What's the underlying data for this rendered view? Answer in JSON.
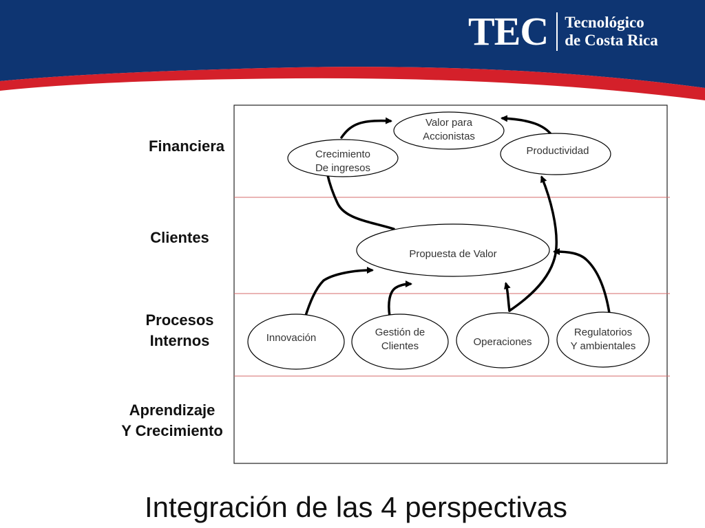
{
  "header": {
    "logo_mark": "TEC",
    "logo_line1": "Tecnológico",
    "logo_line2": "de Costa Rica",
    "colors": {
      "navy": "#0e3572",
      "red": "#d4202a"
    }
  },
  "perspectives": {
    "financiera": "Financiera",
    "clientes": "Clientes",
    "procesos_line1": "Procesos",
    "procesos_line2": "Internos",
    "aprendizaje_line1": "Aprendizaje",
    "aprendizaje_line2": "Y Crecimiento"
  },
  "nodes": {
    "valor_line1": "Valor para",
    "valor_line2": "Accionistas",
    "crecimiento_line1": "Crecimiento",
    "crecimiento_line2": "De ingresos",
    "productividad": "Productividad",
    "propuesta": "Propuesta de Valor",
    "innovacion": "Innovación",
    "gestion_line1": "Gestión de",
    "gestion_line2": "Clientes",
    "operaciones": "Operaciones",
    "regulatorios_line1": "Regulatorios",
    "regulatorios_line2": "Y ambientales"
  },
  "footer": {
    "title": "Integración de las 4 perspectivas"
  }
}
